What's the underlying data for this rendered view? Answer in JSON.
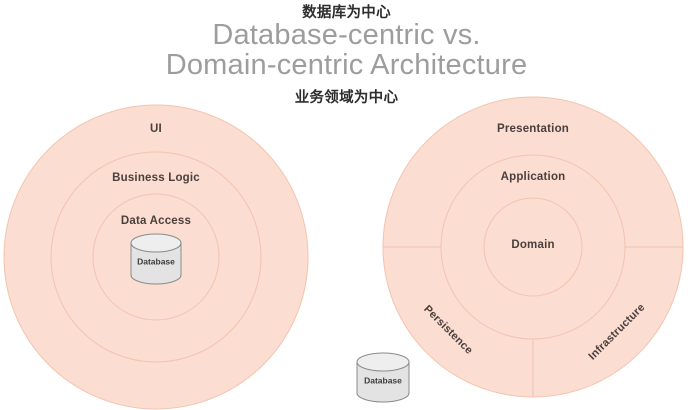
{
  "header": {
    "annotation_top": "数据库为中心",
    "title_line1": "Database-centric vs.",
    "title_line2": "Domain-centric Architecture",
    "annotation_bottom": "业务领域为中心",
    "title_color": "#9d9d9d",
    "annotation_color": "#2e2e2e"
  },
  "colors": {
    "ring_fill": "#fbddd1",
    "ring_stroke": "#f2c4ae",
    "label_text": "#4a3f3c",
    "cylinder_fill": "#e3e3e3",
    "cylinder_stroke": "#8b8b8b",
    "background": "#ffffff"
  },
  "diagram": {
    "left": {
      "name": "database-centric",
      "layers": [
        {
          "label": "UI"
        },
        {
          "label": "Business Logic"
        },
        {
          "label": "Data Access"
        }
      ],
      "datastore": {
        "label": "Database"
      }
    },
    "right": {
      "name": "domain-centric",
      "layers": [
        {
          "label": "Presentation"
        },
        {
          "label": "Application"
        },
        {
          "label": "Domain"
        }
      ],
      "sectors": [
        {
          "label": "Persistence"
        },
        {
          "label": "Infrastructure"
        }
      ]
    },
    "external_datastore": {
      "label": "Database"
    }
  }
}
